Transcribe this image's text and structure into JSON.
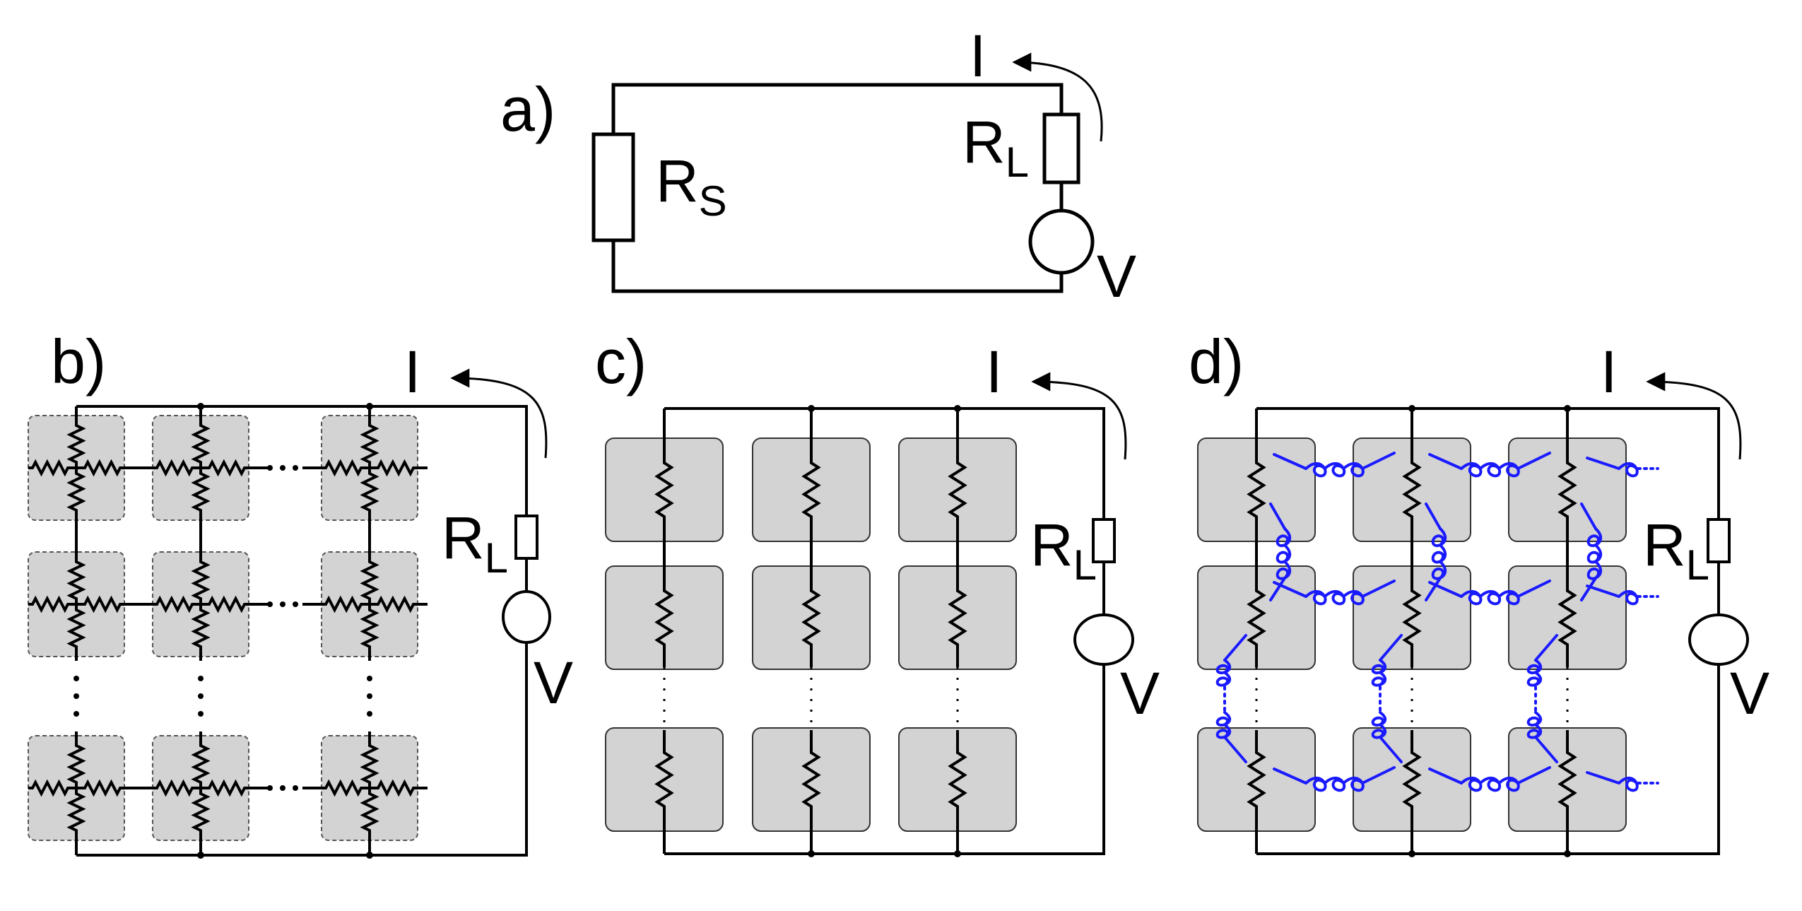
{
  "panels": {
    "a": {
      "label": "a)",
      "source_symbol": "R",
      "source_sub": "S",
      "load_symbol": "R",
      "load_sub": "L",
      "current": "I",
      "voltage": "V"
    },
    "b": {
      "label": "b)",
      "load_symbol": "R",
      "load_sub": "L",
      "current": "I",
      "voltage": "V"
    },
    "c": {
      "label": "c)",
      "load_symbol": "R",
      "load_sub": "L",
      "current": "I",
      "voltage": "V"
    },
    "d": {
      "label": "d)",
      "load_symbol": "R",
      "load_sub": "L",
      "current": "I",
      "voltage": "V"
    }
  },
  "colors": {
    "wire": "#000000",
    "cell_fill": "#d3d3d3",
    "cell_stroke": "#555555",
    "coupling": "#1a1aff"
  }
}
